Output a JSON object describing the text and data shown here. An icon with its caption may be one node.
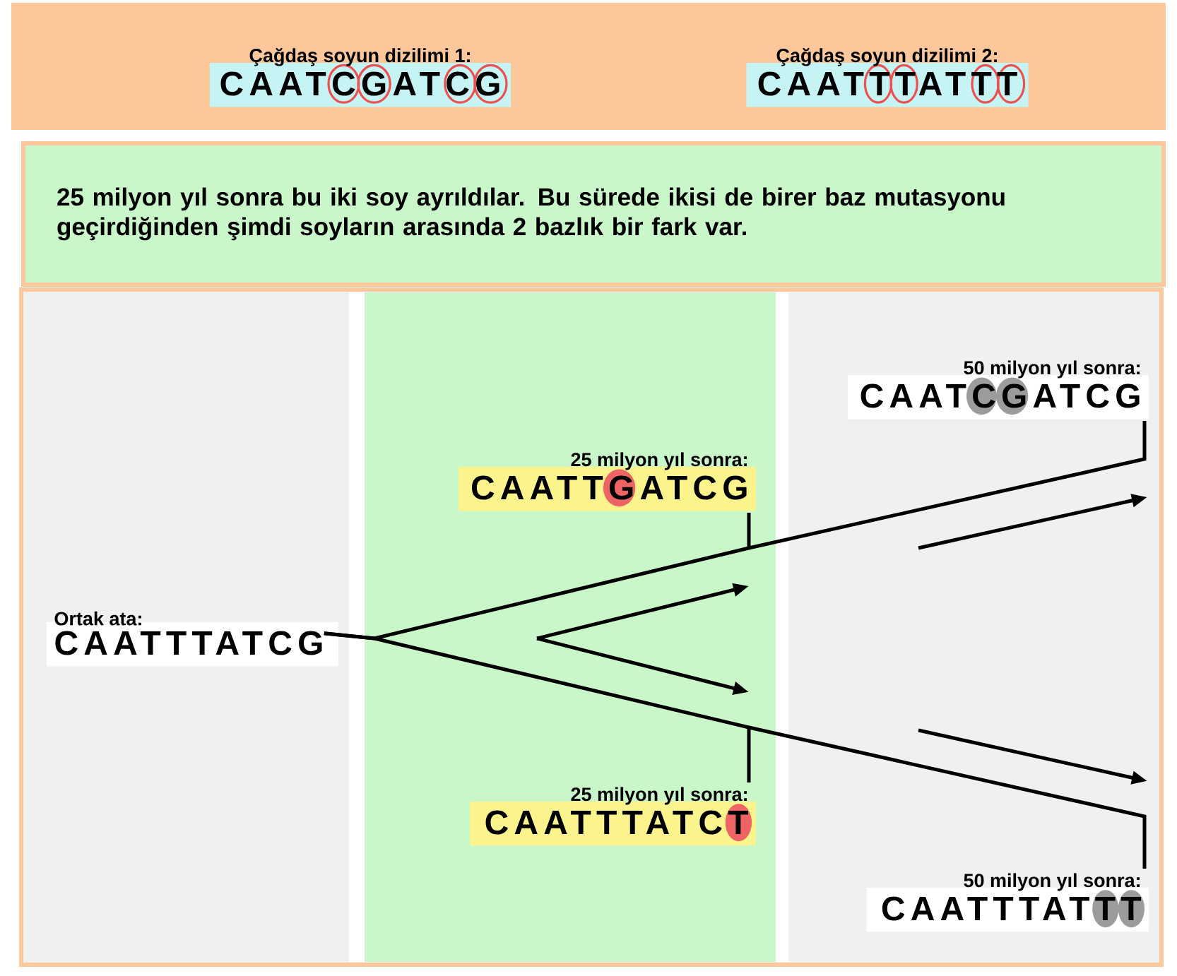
{
  "diagram": {
    "nodes": [
      {
        "text": [
          "Çağdaş soyun dizilimi 1:",
          "CAATCGATCG"
        ]
      },
      {
        "text": [
          "Çağdaş soyun dizilimi 2:",
          "CAATTTATTT"
        ]
      },
      {
        "text": [
          "25 milyon yıl sonra bu iki soy ayrıldılar. Bu sürede ikisi de birer baz mutasyonu geçirdiğinden şimdi soyların arasında 2 bazlık bir fark var."
        ]
      },
      {
        "text": [
          "Ortak ata:",
          "CAATTTATCG"
        ]
      },
      {
        "text": [
          "25 milyon yıl sonra:",
          "CAATTGATCG"
        ]
      },
      {
        "text": [
          "25 milyon yıl sonra:",
          "CAATTTATCT"
        ]
      },
      {
        "text": [
          "50 milyon yıl sonra:",
          "CAATCGATCG"
        ]
      },
      {
        "text": [
          "50 milyon yıl sonra:",
          "CAATTTATTT"
        ]
      }
    ],
    "edges": [
      {
        "from": 3,
        "to": 4,
        "arrow": "none"
      },
      {
        "from": 4,
        "to": 6,
        "arrow": "none"
      },
      {
        "from": 3,
        "to": 5,
        "arrow": "none"
      },
      {
        "from": 5,
        "to": 7,
        "arrow": "none"
      }
    ]
  }
}
